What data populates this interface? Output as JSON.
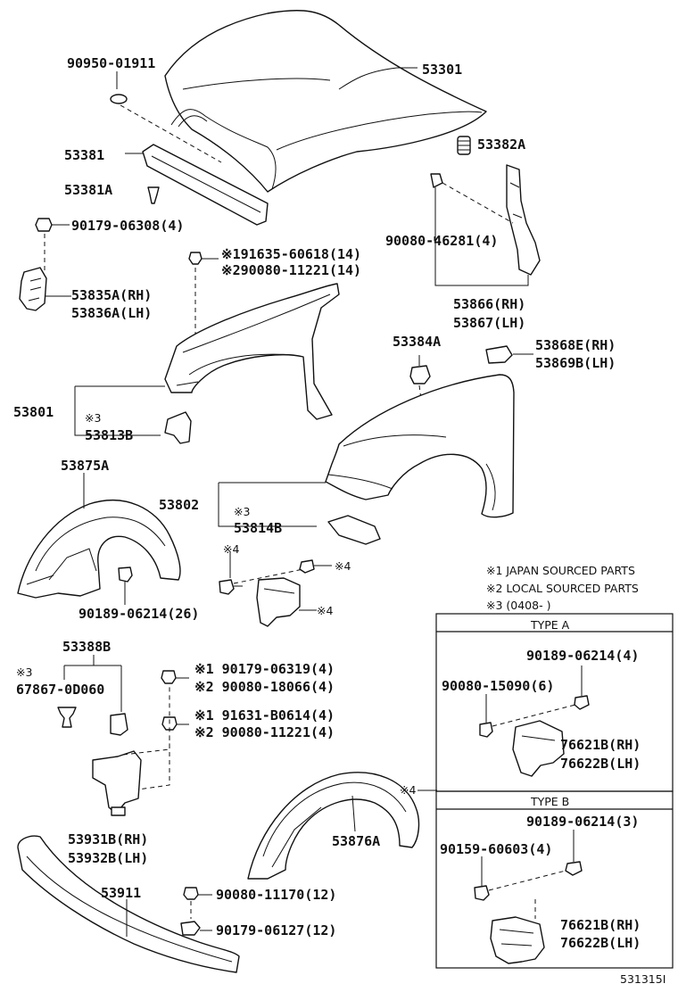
{
  "labels": {
    "p90950_01911": "90950-01911",
    "p53301": "53301",
    "p53381": "53381",
    "p53382A": "53382A",
    "p53381A": "53381A",
    "p90179_06308": "90179-06308(4)",
    "n1_91635": "※191635-60618(14)",
    "n2_90080_11221a": "※290080-11221(14)",
    "p90080_46281": "90080-46281(4)",
    "p53835A": "53835A(RH)",
    "p53836A": "53836A(LH)",
    "p53866": "53866(RH)",
    "p53867": "53867(LH)",
    "p53384A": "53384A",
    "p53868E": "53868E(RH)",
    "p53869B": "53869B(LH)",
    "p53801": "53801",
    "n3_a": "※3",
    "p53813B": "53813B",
    "p53875A": "53875A",
    "p53802": "53802",
    "n3_b": "※3",
    "p53814B": "53814B",
    "n4_a": "※4",
    "n4_b": "※4",
    "n4_c": "※4",
    "p90189_06214_26": "90189-06214(26)",
    "note1": "※1 JAPAN SOURCED PARTS",
    "note2": "※2 LOCAL SOURCED PARTS",
    "note3": "※3 (0408-       )",
    "p53388B": "53388B",
    "n3_c": "※3",
    "p67867": "67867-0D060",
    "n1_90179_06319": "※1 90179-06319(4)",
    "n2_90080_18066": "※2 90080-18066(4)",
    "n1_91631": "※1 91631-B0614(4)",
    "n2_90080_11221b": "※2 90080-11221(4)",
    "typeA": "TYPE A",
    "a_90189": "90189-06214(4)",
    "a_90080": "90080-15090(6)",
    "a_76621B": "76621B(RH)",
    "a_76622B": "76622B(LH)",
    "n4_d": "※4",
    "p53876A": "53876A",
    "typeB": "TYPE B",
    "b_90189": "90189-06214(3)",
    "b_90159": "90159-60603(4)",
    "b_76621B": "76621B(RH)",
    "b_76622B": "76622B(LH)",
    "p53931B": "53931B(RH)",
    "p53932B": "53932B(LH)",
    "p53911": "53911",
    "p90080_11170": "90080-11170(12)",
    "p90179_06127": "90179-06127(12)",
    "code": "531315I"
  }
}
